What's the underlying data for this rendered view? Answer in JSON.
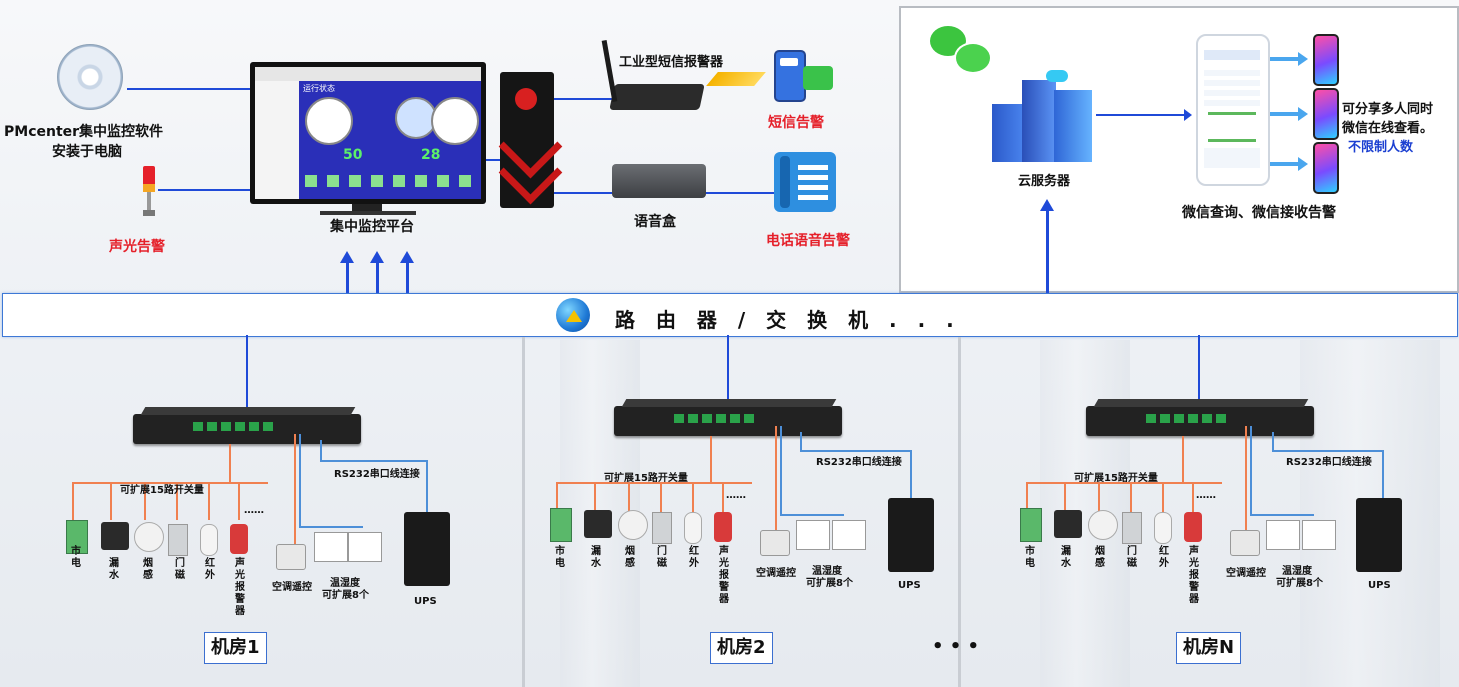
{
  "top": {
    "software_label_line1": "PMcenter集中监控软件",
    "software_label_line2": "安装于电脑",
    "sound_light_alarm": "声光告警",
    "platform_label": "集中监控平台",
    "sms_device_label": "工业型短信报警器",
    "sms_alarm_label": "短信告警",
    "voice_box_label": "语音盒",
    "phone_voice_alarm_label": "电话语音告警",
    "monitor_title": "运行状态",
    "monitor_value_left": "50",
    "monitor_value_right": "28"
  },
  "wechat": {
    "cloud_server_label": "云服务器",
    "multi_share_line1": "可分享多人同时",
    "multi_share_line2": "微信在线查看。",
    "unlimited_label": "不限制人数",
    "caption": "微信查询、微信接收告警"
  },
  "router": {
    "label": "路 由 器 / 交 换 机 . . ."
  },
  "rooms": [
    {
      "name": "机房1",
      "switch_label": "可扩展15路开关量",
      "rs232_label": "RS232串口线连接",
      "sensors": [
        "市电",
        "漏水",
        "烟感",
        "门磁",
        "红外",
        "声光报警器"
      ],
      "ac_label": "空调遥控",
      "temp_line1": "温湿度",
      "temp_line2": "可扩展8个",
      "ups_label": "UPS",
      "dots": "……"
    },
    {
      "name": "机房2",
      "switch_label": "可扩展15路开关量",
      "rs232_label": "RS232串口线连接",
      "sensors": [
        "市电",
        "漏水",
        "烟感",
        "门磁",
        "红外",
        "声光报警器"
      ],
      "ac_label": "空调遥控",
      "temp_line1": "温湿度",
      "temp_line2": "可扩展8个",
      "ups_label": "UPS",
      "dots": "……"
    },
    {
      "name": "机房N",
      "switch_label": "可扩展15路开关量",
      "rs232_label": "RS232串口线连接",
      "sensors": [
        "市电",
        "漏水",
        "烟感",
        "门磁",
        "红外",
        "声光报警器"
      ],
      "ac_label": "空调遥控",
      "temp_line1": "温湿度",
      "temp_line2": "可扩展8个",
      "ups_label": "UPS",
      "dots": "……"
    }
  ],
  "between_rooms_dots": "• • •",
  "colors": {
    "alarm_red": "#e5202a",
    "accent_blue": "#1b3fd1",
    "link_blue": "#1f4ad8",
    "switch_orange": "#f08050"
  }
}
